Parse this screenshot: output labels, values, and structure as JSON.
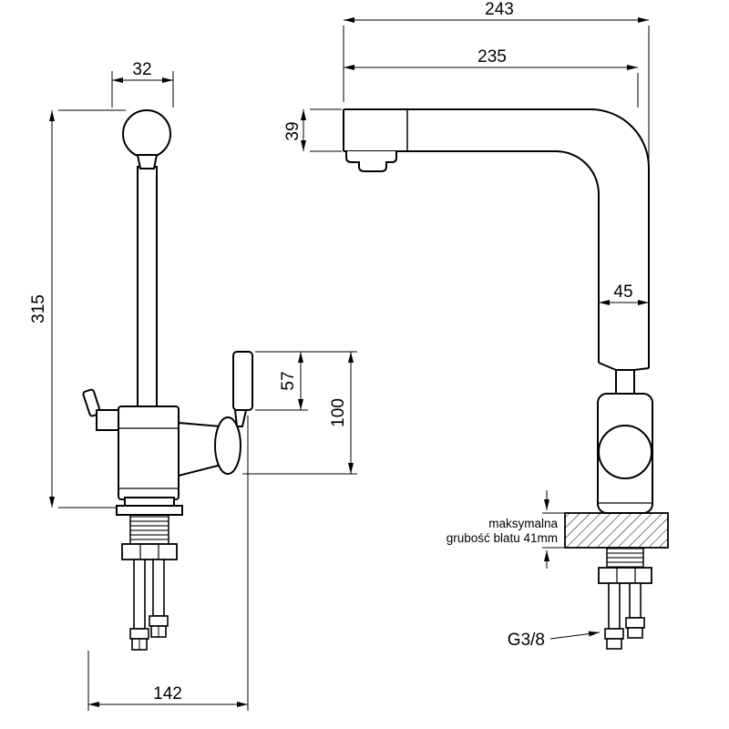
{
  "page": {
    "background": "#ffffff",
    "line_color": "#000000"
  },
  "front_view": {
    "dim_top_width": "32",
    "dim_total_height": "315",
    "dim_lever_height": "57",
    "dim_lever_span": "100",
    "dim_bottom_width": "142"
  },
  "side_view": {
    "dim_total_reach": "243",
    "dim_spout_reach": "235",
    "dim_spout_end_height": "39",
    "dim_column_width": "45",
    "counter_note_line1": "maksymalna",
    "counter_note_line2": "grubość blatu 41mm",
    "thread_size": "G3/8"
  }
}
